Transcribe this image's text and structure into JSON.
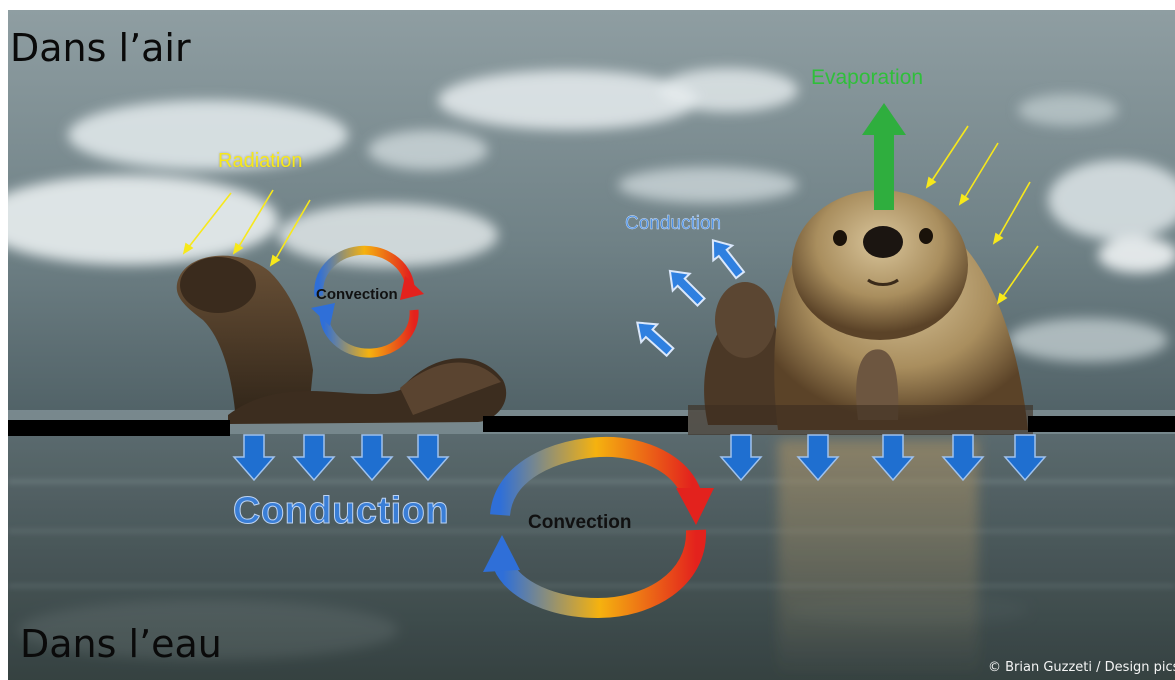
{
  "zones": {
    "air": "Dans l’air",
    "water": "Dans l’eau"
  },
  "processes": {
    "radiation": "Radiation",
    "evaporation": "Evaporation",
    "conduction_air": "Conduction",
    "conduction_water": "Conduction",
    "convection_air": "Convection",
    "convection_water": "Convection"
  },
  "credit": "© Brian Guzzeti / Design pics",
  "colors": {
    "radiation": "#f7e81b",
    "evaporation": "#2fae3e",
    "conduction": "#1f6fd0",
    "convection_cold": "#2f6fd8",
    "convection_warm": "#f5b20f",
    "convection_hot": "#e3221d",
    "waterline": "#000000"
  },
  "icons": {
    "radiation": "thin-yellow-arrow-icon",
    "evaporation": "green-up-arrow-icon",
    "conduction_air": "blue-outline-arrow-icon",
    "conduction_water": "blue-down-arrow-icon",
    "convection": "circular-arrows-icon"
  }
}
